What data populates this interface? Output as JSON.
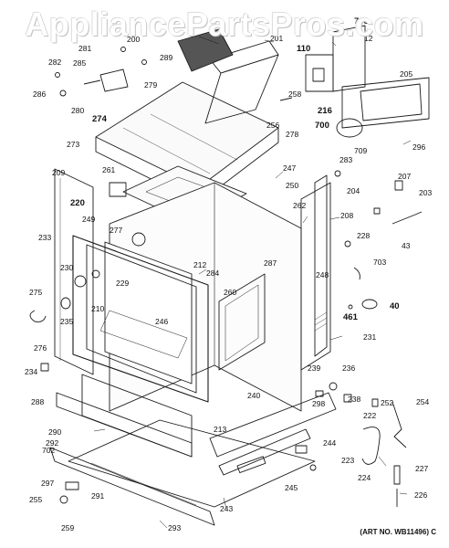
{
  "watermark": "AppliancePartsPros.com",
  "art_number": "(ART NO. WB11496) C",
  "callouts": [
    {
      "id": "200",
      "text": "200"
    },
    {
      "id": "281",
      "text": "281"
    },
    {
      "id": "285",
      "text": "285"
    },
    {
      "id": "282",
      "text": "282"
    },
    {
      "id": "286",
      "text": "286"
    },
    {
      "id": "279",
      "text": "279"
    },
    {
      "id": "280",
      "text": "280"
    },
    {
      "id": "274",
      "text": "274"
    },
    {
      "id": "289",
      "text": "289"
    },
    {
      "id": "201",
      "text": "201"
    },
    {
      "id": "708",
      "text": "708"
    },
    {
      "id": "12",
      "text": "12"
    },
    {
      "id": "110",
      "text": "110"
    },
    {
      "id": "205",
      "text": "205"
    },
    {
      "id": "216",
      "text": "216"
    },
    {
      "id": "258",
      "text": "258"
    },
    {
      "id": "700",
      "text": "700"
    },
    {
      "id": "256",
      "text": "256"
    },
    {
      "id": "278",
      "text": "278"
    },
    {
      "id": "709",
      "text": "709"
    },
    {
      "id": "296",
      "text": "296"
    },
    {
      "id": "273",
      "text": "273"
    },
    {
      "id": "283",
      "text": "283"
    },
    {
      "id": "247",
      "text": "247"
    },
    {
      "id": "209",
      "text": "209"
    },
    {
      "id": "261",
      "text": "261"
    },
    {
      "id": "250",
      "text": "250"
    },
    {
      "id": "204",
      "text": "204"
    },
    {
      "id": "207",
      "text": "207"
    },
    {
      "id": "203",
      "text": "203"
    },
    {
      "id": "220",
      "text": "220"
    },
    {
      "id": "262",
      "text": "262"
    },
    {
      "id": "208",
      "text": "208"
    },
    {
      "id": "249",
      "text": "249"
    },
    {
      "id": "277",
      "text": "277"
    },
    {
      "id": "228",
      "text": "228"
    },
    {
      "id": "43",
      "text": "43"
    },
    {
      "id": "233",
      "text": "233"
    },
    {
      "id": "212",
      "text": "212"
    },
    {
      "id": "284",
      "text": "284"
    },
    {
      "id": "287",
      "text": "287"
    },
    {
      "id": "703",
      "text": "703"
    },
    {
      "id": "230",
      "text": "230"
    },
    {
      "id": "229",
      "text": "229"
    },
    {
      "id": "248",
      "text": "248"
    },
    {
      "id": "275",
      "text": "275"
    },
    {
      "id": "260",
      "text": "260"
    },
    {
      "id": "210",
      "text": "210"
    },
    {
      "id": "246",
      "text": "246"
    },
    {
      "id": "461",
      "text": "461"
    },
    {
      "id": "40",
      "text": "40"
    },
    {
      "id": "235",
      "text": "235"
    },
    {
      "id": "276",
      "text": "276"
    },
    {
      "id": "231",
      "text": "231"
    },
    {
      "id": "234",
      "text": "234"
    },
    {
      "id": "239",
      "text": "239"
    },
    {
      "id": "236",
      "text": "236"
    },
    {
      "id": "288",
      "text": "288"
    },
    {
      "id": "240",
      "text": "240"
    },
    {
      "id": "238",
      "text": "238"
    },
    {
      "id": "298",
      "text": "298"
    },
    {
      "id": "252",
      "text": "252"
    },
    {
      "id": "254",
      "text": "254"
    },
    {
      "id": "222",
      "text": "222"
    },
    {
      "id": "290",
      "text": "290"
    },
    {
      "id": "213",
      "text": "213"
    },
    {
      "id": "292",
      "text": "292"
    },
    {
      "id": "702",
      "text": "702"
    },
    {
      "id": "244",
      "text": "244"
    },
    {
      "id": "223",
      "text": "223"
    },
    {
      "id": "227",
      "text": "227"
    },
    {
      "id": "224",
      "text": "224"
    },
    {
      "id": "297",
      "text": "297"
    },
    {
      "id": "255",
      "text": "255"
    },
    {
      "id": "291",
      "text": "291"
    },
    {
      "id": "245",
      "text": "245"
    },
    {
      "id": "243",
      "text": "243"
    },
    {
      "id": "226",
      "text": "226"
    },
    {
      "id": "259",
      "text": "259"
    },
    {
      "id": "293",
      "text": "293"
    }
  ]
}
